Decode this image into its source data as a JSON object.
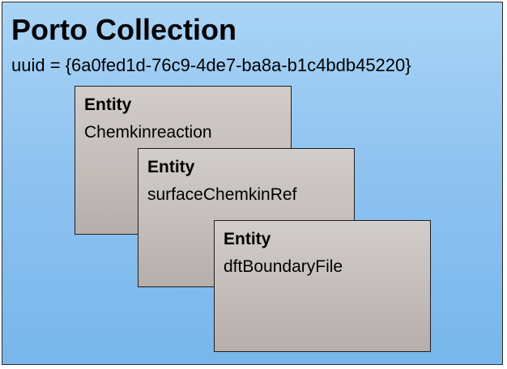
{
  "collection": {
    "title": "Porto Collection",
    "uuid_text": "uuid = {6a0fed1d-76c9-4de7-ba8a-b1c4bdb45220}"
  },
  "entities": [
    {
      "type_label": "Entity",
      "name": "Chemkinreaction"
    },
    {
      "type_label": "Entity",
      "name": "surfaceChemkinRef"
    },
    {
      "type_label": "Entity",
      "name": "dftBoundaryFile"
    }
  ],
  "colors": {
    "collection_fill": "#8fc3f0",
    "entity_fill": "#c5bebb",
    "border": "#1f1f1f"
  }
}
